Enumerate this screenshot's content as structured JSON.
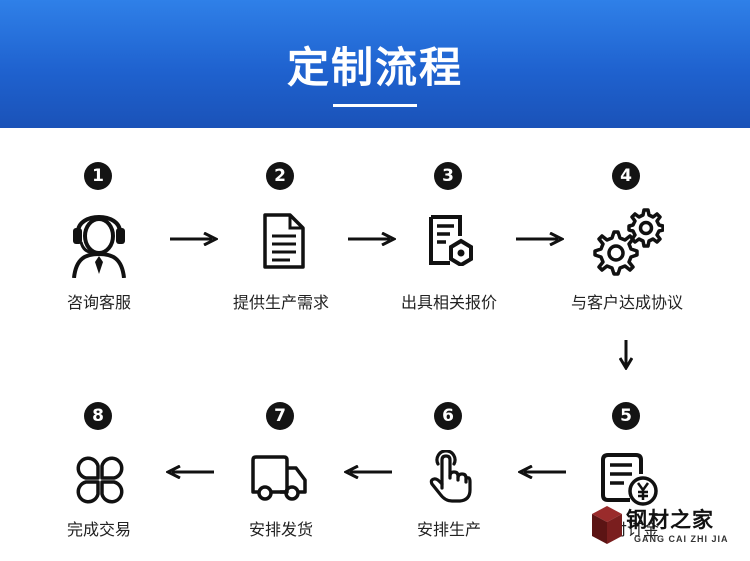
{
  "header": {
    "title": "定制流程"
  },
  "steps": [
    {
      "number": "1",
      "label": "咨询客服",
      "icon": "customer-service-icon"
    },
    {
      "number": "2",
      "label": "提供生产需求",
      "icon": "document-icon"
    },
    {
      "number": "3",
      "label": "出具相关报价",
      "icon": "quote-document-icon"
    },
    {
      "number": "4",
      "label": "与客户达成协议",
      "icon": "gears-icon"
    },
    {
      "number": "5",
      "label": "支付订金",
      "icon": "payment-document-icon"
    },
    {
      "number": "6",
      "label": "安排生产",
      "icon": "touch-hand-icon"
    },
    {
      "number": "7",
      "label": "安排发货",
      "icon": "delivery-truck-icon"
    },
    {
      "number": "8",
      "label": "完成交易",
      "icon": "clover-icon"
    }
  ],
  "watermark": {
    "name": "钢材之家",
    "pinyin": "GANG CAI ZHI JIA"
  },
  "colors": {
    "banner": "#1f62cf",
    "badge": "#141414",
    "text": "#222222"
  }
}
